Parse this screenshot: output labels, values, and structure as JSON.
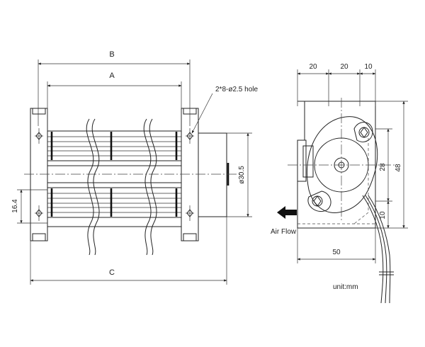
{
  "dimensions": {
    "B": "B",
    "A": "A",
    "C": "C",
    "d_16_4": "16.4",
    "d_30_5": "ø30.5",
    "top_20_left": "20",
    "top_20_right": "20",
    "top_10": "10",
    "right_28": "28",
    "right_48": "48",
    "right_10": "10",
    "bottom_50": "50"
  },
  "notes": {
    "holes": "2*8-ø2.5 hole",
    "air_flow": "Air Flow",
    "unit": "unit:mm"
  }
}
